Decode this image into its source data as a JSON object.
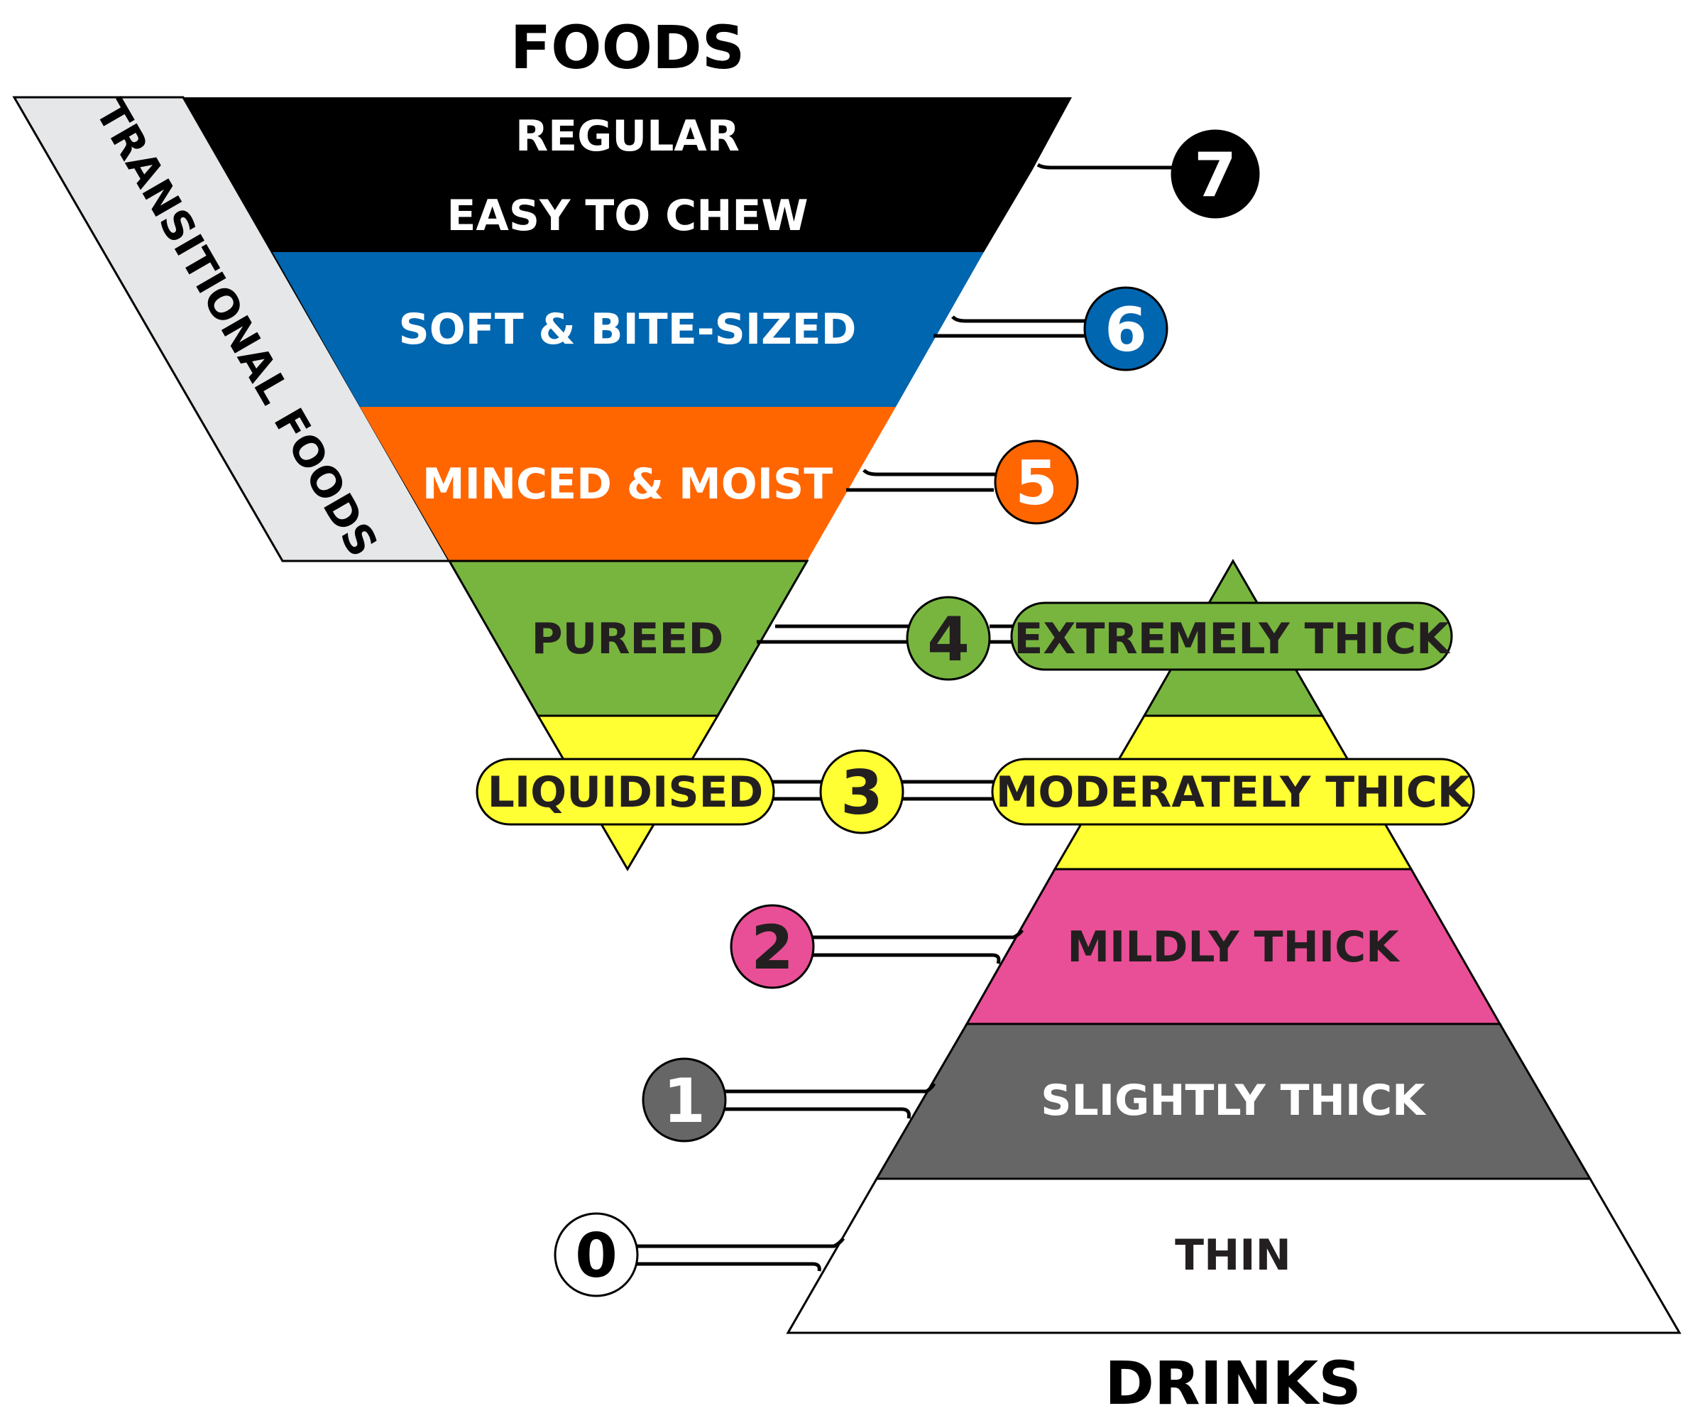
{
  "titles": {
    "foods": "FOODS",
    "drinks": "DRINKS",
    "transitional": "TRANSITIONAL FOODS"
  },
  "foods": [
    {
      "label": "REGULAR",
      "color": "#000000"
    },
    {
      "label": "EASY TO CHEW",
      "color": "#000000"
    },
    {
      "label": "SOFT & BITE-SIZED",
      "color": "#0066B0"
    },
    {
      "label": "MINCED & MOIST",
      "color": "#FF6600"
    },
    {
      "label": "PUREED",
      "color": "#78B53F"
    },
    {
      "label": "LIQUIDISED",
      "color": "#FFFF33"
    }
  ],
  "drinks": [
    {
      "label": "EXTREMELY THICK",
      "color": "#78B53F"
    },
    {
      "label": "MODERATELY THICK",
      "color": "#FFFF33"
    },
    {
      "label": "MILDLY THICK",
      "color": "#E94F96"
    },
    {
      "label": "SLIGHTLY THICK",
      "color": "#666666"
    },
    {
      "label": "THIN",
      "color": "#FFFFFF"
    }
  ],
  "levels": [
    {
      "number": "7",
      "color": "#000000"
    },
    {
      "number": "6",
      "color": "#0066B0"
    },
    {
      "number": "5",
      "color": "#FF6600"
    },
    {
      "number": "4",
      "color": "#78B53F"
    },
    {
      "number": "3",
      "color": "#FFFF33"
    },
    {
      "number": "2",
      "color": "#E94F96"
    },
    {
      "number": "1",
      "color": "#666666"
    },
    {
      "number": "0",
      "color": "#FFFFFF"
    }
  ],
  "colors": {
    "transitional_band": "#E6E7E8",
    "outline": "#000000"
  }
}
